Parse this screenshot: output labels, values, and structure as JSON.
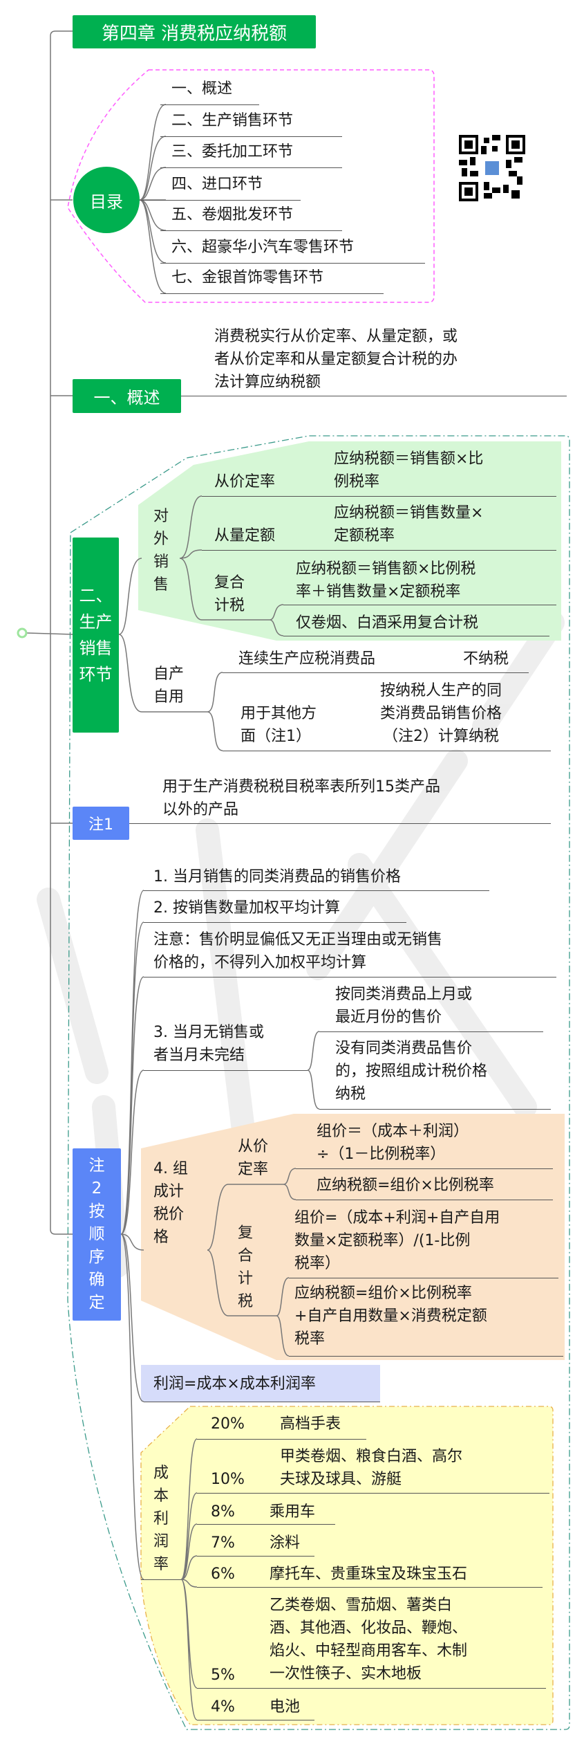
{
  "title": "第四章  消费税应纳税额",
  "toc": {
    "label": "目录",
    "items": [
      "一、概述",
      "二、生产销售环节",
      "三、委托加工环节",
      "四、进口环节",
      "五、卷烟批发环节",
      "六、超豪华小汽车零售环节",
      "七、金银首饰零售环节"
    ]
  },
  "overview": {
    "label": "一、概述",
    "text": "消费税实行从价定率、从量定额，或\n者从价定率和从量定额复合计税的办\n法计算应纳税额"
  },
  "production": {
    "label": "二、生产销售环节",
    "external": {
      "label": "对外销售",
      "ad_valorem": {
        "label": "从价定率",
        "formula": "应纳税额＝销售额×比\n例税率"
      },
      "specific": {
        "label": "从量定额",
        "formula": "应纳税额＝销售数量×\n定额税率"
      },
      "compound": {
        "label": "复合\n计税",
        "formula": "应纳税额＝销售额×比例税\n率＋销售数量×定额税率",
        "note": "仅卷烟、白酒采用复合计税"
      }
    },
    "self_use": {
      "label": "自产\n自用",
      "continuous": {
        "label": "连续生产应税消费品",
        "result": "不纳税"
      },
      "other": {
        "label": "用于其他方\n面（注1）",
        "result": "按纳税人生产的同\n类消费品销售价格\n（注2）计算纳税"
      }
    }
  },
  "note1": {
    "label": "注1",
    "text": "用于生产消费税税目税率表所列15类产品\n以外的产品"
  },
  "note2": {
    "label": "注2按顺序确定",
    "item1": "1. 当月销售的同类消费品的销售价格",
    "item2": "2. 按销售数量加权平均计算",
    "attention": "注意：售价明显偏低又无正当理由或无销售\n价格的，不得列入加权平均计算",
    "item3": {
      "label": "3. 当月无销售或\n者当月未完结",
      "a": "按同类消费品上月或\n最近月份的售价",
      "b": "没有同类消费品售价\n的，按照组成计税价格\n纳税"
    },
    "item4": {
      "label": "4. 组\n成计\n税价\n格",
      "ad_valorem": {
        "label": "从价\n定率",
        "price": "组价＝（成本＋利润）\n÷（1－比例税率）",
        "tax": "应纳税额=组价×比例税率"
      },
      "compound": {
        "label": "复合计税",
        "price": "组价=（成本+利润+自产自用\n数量×定额税率）/(1-比例\n税率）",
        "tax": "应纳税额=组价×比例税率\n+自产自用数量×消费税定额\n税率"
      }
    },
    "profit": "利润=成本×成本利润率",
    "margin": {
      "label": "成本利润率",
      "rows": [
        {
          "rate": "20%",
          "items": "高档手表"
        },
        {
          "rate": "10%",
          "items": "甲类卷烟、粮食白酒、高尔\n夫球及球具、游艇"
        },
        {
          "rate": "8%",
          "items": "乘用车"
        },
        {
          "rate": "7%",
          "items": "涂料"
        },
        {
          "rate": "6%",
          "items": "摩托车、贵重珠宝及珠宝玉石"
        },
        {
          "rate": "5%",
          "items": "乙类卷烟、雪茄烟、薯类白\n酒、其他酒、化妆品、鞭炮、\n焰火、中轻型商用客车、木制\n一次性筷子、实木地板"
        },
        {
          "rate": "4%",
          "items": "电池"
        }
      ]
    }
  },
  "colors": {
    "green": "#00b050",
    "blue": "#5b86f7",
    "light_green": "#d6f7d6",
    "peach": "#fbe3c9",
    "yellow": "#ffffc4",
    "lavender": "#d6dcfa"
  }
}
